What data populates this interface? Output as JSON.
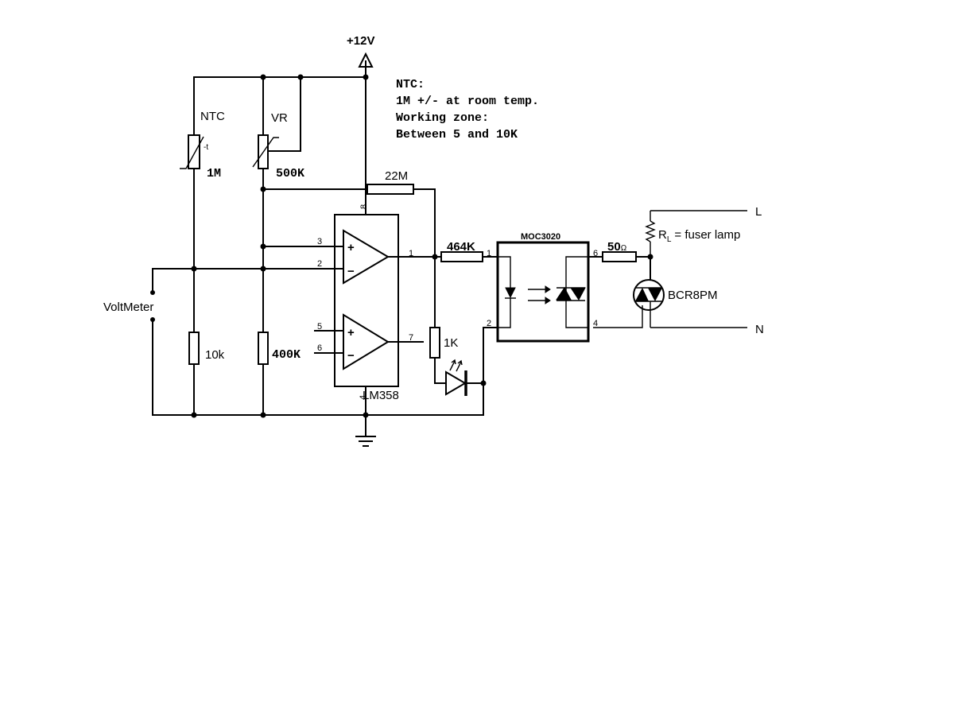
{
  "supply": {
    "label": "+12V"
  },
  "note": {
    "lines": [
      "NTC:",
      "1M +/- at room temp.",
      "Working zone:",
      "Between 5 and 10K"
    ]
  },
  "components": {
    "ntc": {
      "name": "NTC",
      "value": "1M",
      "mark": "-t"
    },
    "vr": {
      "name": "VR",
      "value": "500K"
    },
    "r_feedback": {
      "value": "22M"
    },
    "r_ntc_low": {
      "value": "10k"
    },
    "r_vr_low": {
      "value": "400K"
    },
    "r_series": {
      "value": "464K"
    },
    "r_led": {
      "value": "1K"
    },
    "r_gate": {
      "value": "50",
      "unit": "Ω"
    },
    "opamp": {
      "name": "LM358"
    },
    "optocoupler": {
      "name": "MOC3020"
    },
    "triac": {
      "name": "BCR8PM"
    },
    "load": {
      "symbol": "R",
      "subscript": "L",
      "desc": "= fuser lamp"
    },
    "meter": {
      "name": "VoltMeter"
    }
  },
  "pins": {
    "op_p1": "1",
    "op_p2": "2",
    "op_p3": "3",
    "op_p4": "4",
    "op_p5": "5",
    "op_p6": "6",
    "op_p7": "7",
    "op_p8": "8",
    "opto_p1": "1",
    "opto_p2": "2",
    "opto_p4": "4",
    "opto_p6": "6"
  },
  "mains": {
    "line": "L",
    "neutral": "N"
  },
  "opamp_signs": {
    "plus": "+",
    "minus": "−"
  }
}
